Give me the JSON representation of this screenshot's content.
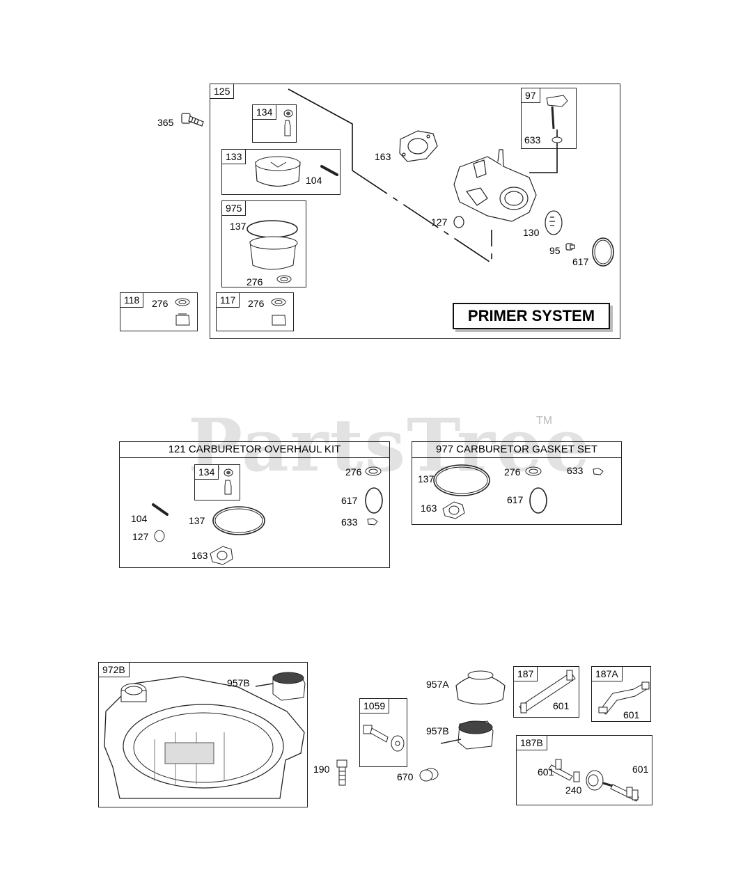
{
  "watermark": {
    "text": "PartsTree",
    "tm": "TM"
  },
  "primer": {
    "box_tag": "125",
    "title": "PRIMER SYSTEM",
    "screw": "365",
    "kit134": {
      "tag": "134"
    },
    "kit133": {
      "tag": "133",
      "pin": "104"
    },
    "kit975": {
      "tag": "975",
      "ring": "137",
      "seal": "276"
    },
    "kit118": {
      "tag": "118",
      "seal": "276"
    },
    "kit117": {
      "tag": "117",
      "seal": "276"
    },
    "gasket": "163",
    "oring": "127",
    "plate": "130",
    "plug": "95",
    "bigring": "617",
    "kit97": {
      "tag": "97",
      "washer": "633"
    }
  },
  "overhaul": {
    "title": "121 CARBURETOR OVERHAUL KIT",
    "tag134": "134",
    "l276": "276",
    "l617": "617",
    "l633": "633",
    "l104": "104",
    "l137": "137",
    "l127": "127",
    "l163": "163"
  },
  "gasketset": {
    "title": "977 CARBURETOR GASKET SET",
    "l137": "137",
    "l276": "276",
    "l633": "633",
    "l617": "617",
    "l163": "163"
  },
  "tank": {
    "tag": "972B",
    "cap": "957B"
  },
  "cap957a": "957A",
  "cap957b": "957B",
  "bolt190": "190",
  "spacer670": "670",
  "kit1059": {
    "tag": "1059"
  },
  "kit187": {
    "tag": "187",
    "clamp": "601"
  },
  "kit187a": {
    "tag": "187A",
    "clamp": "601"
  },
  "kit187b": {
    "tag": "187B",
    "clamp_left": "601",
    "clamp_right": "601",
    "filter": "240"
  }
}
